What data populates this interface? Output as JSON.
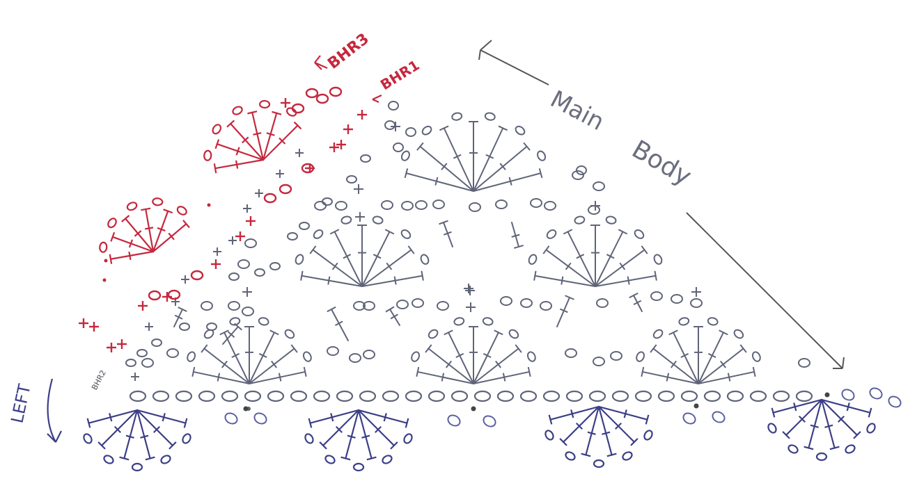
{
  "labels": {
    "main_body_word1": "Main",
    "main_body_word2": "Body",
    "bhr1": "BHR1",
    "bhr2": "BHR2",
    "bhr3": "BHR3",
    "left": "LEFT"
  },
  "colors": {
    "paper": "#ffffff",
    "main_body_ink": "#5f6478",
    "border_ink": "#3c3f86",
    "border_ink_light": "#5a5fa0",
    "bhr_ink": "#c5283e"
  },
  "symbols": {
    "chain": "oval",
    "single_crochet": "cross",
    "double_crochet": "barred-stem",
    "slip_stitch": "dot"
  }
}
